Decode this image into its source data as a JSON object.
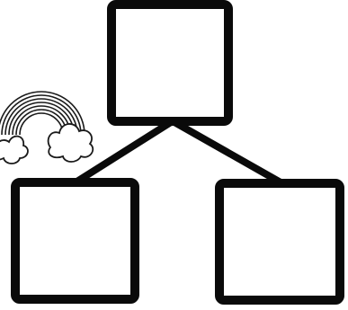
{
  "diagram": {
    "type": "hierarchy-tree",
    "nodes": [
      {
        "id": "root",
        "text": ""
      },
      {
        "id": "child-left",
        "text": ""
      },
      {
        "id": "child-right",
        "text": ""
      }
    ],
    "edges": [
      {
        "from": "root",
        "to": "child-left"
      },
      {
        "from": "root",
        "to": "child-right"
      }
    ],
    "decoration": {
      "icon": "rainbow-icon",
      "accompanying_icon": "cloud-icon"
    },
    "colors": {
      "stroke": "#0a0a0a",
      "background": "#ffffff",
      "fill": "#ffffff"
    }
  }
}
